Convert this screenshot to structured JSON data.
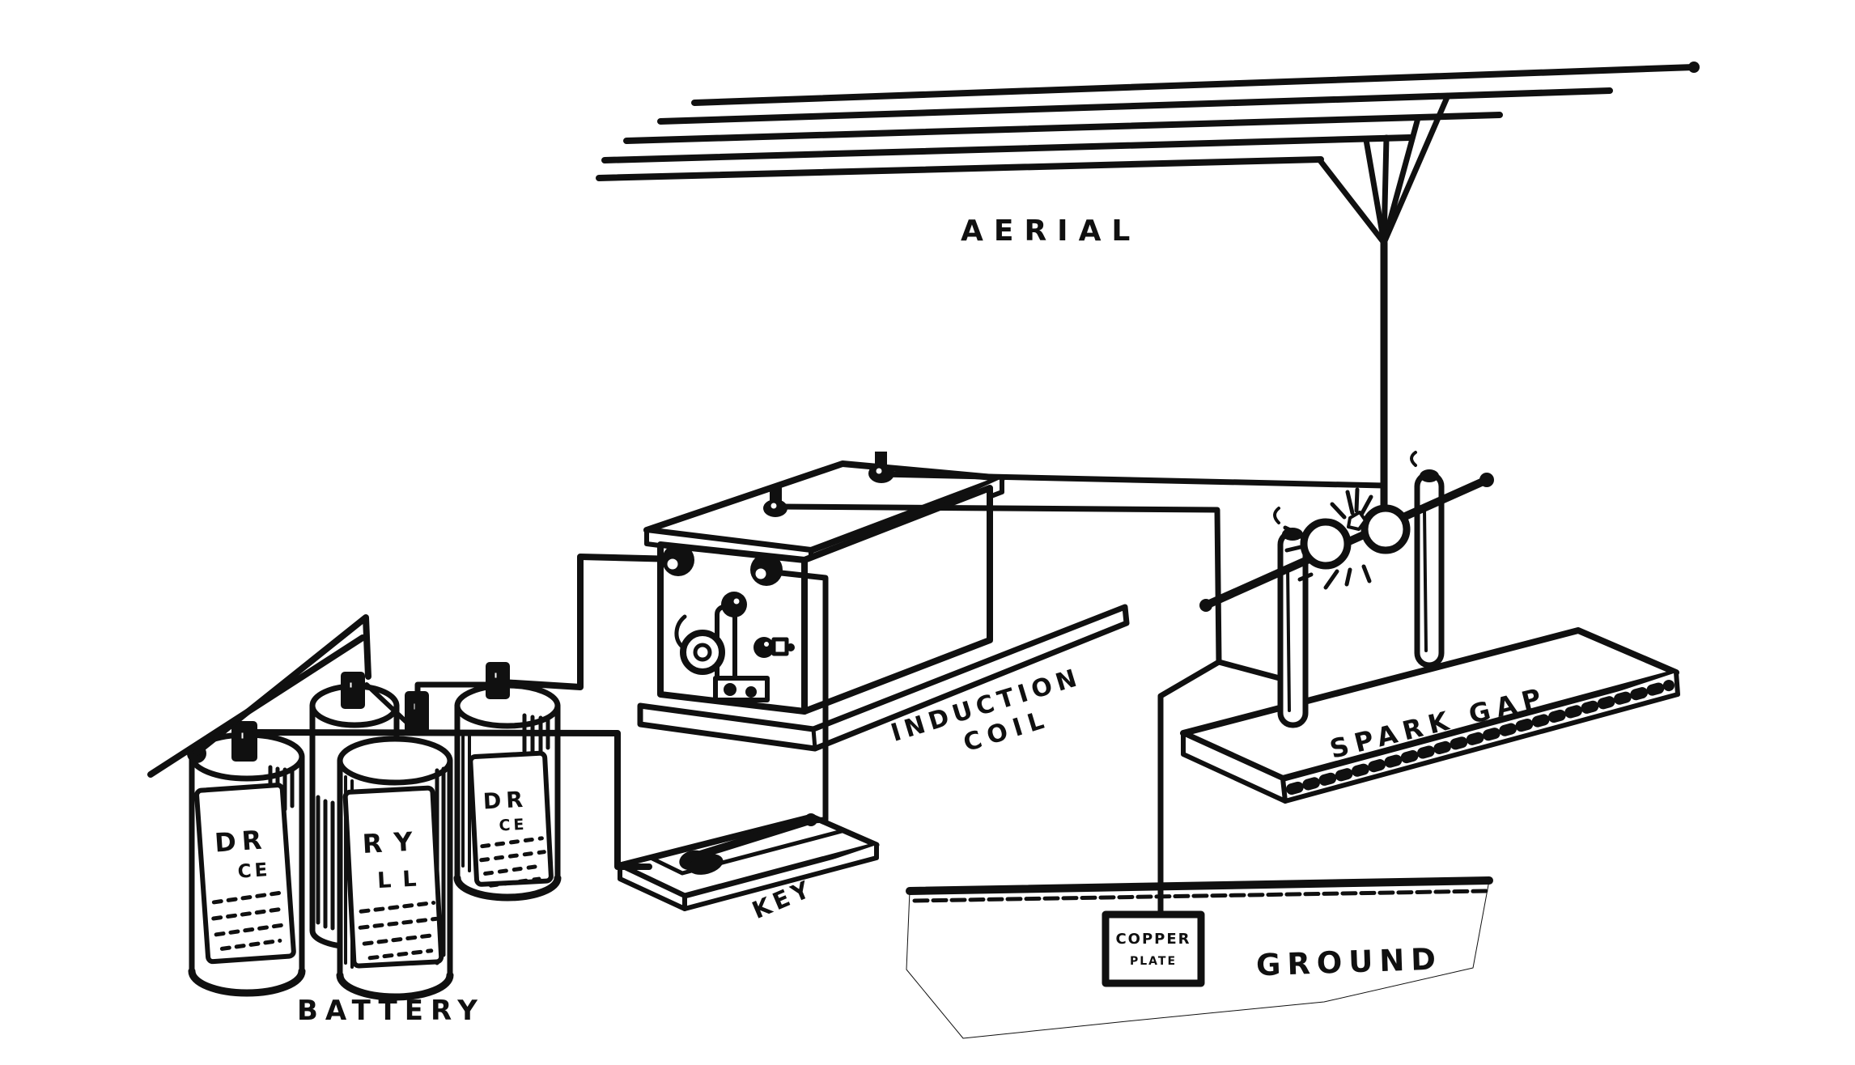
{
  "colors": {
    "paper": "#ffffff",
    "ink": "#101010"
  },
  "labels": {
    "aerial": "AERIAL",
    "induction_coil": {
      "line1": "INDUCTION",
      "line2": "COIL"
    },
    "spark_gap": "SPARK GAP",
    "key": "KEY",
    "battery": "BATTERY",
    "ground": "GROUND",
    "copper_plate": {
      "line1": "COPPER",
      "line2": "PLATE"
    }
  },
  "battery": {
    "cell_count": 4,
    "cells": [
      {
        "line1": "DR",
        "line2": "CE"
      },
      {
        "line1": "RY",
        "line2": "LL"
      },
      {
        "line1": "DR",
        "line2": "CE"
      }
    ]
  },
  "aerial": {
    "wire_count": 5
  }
}
